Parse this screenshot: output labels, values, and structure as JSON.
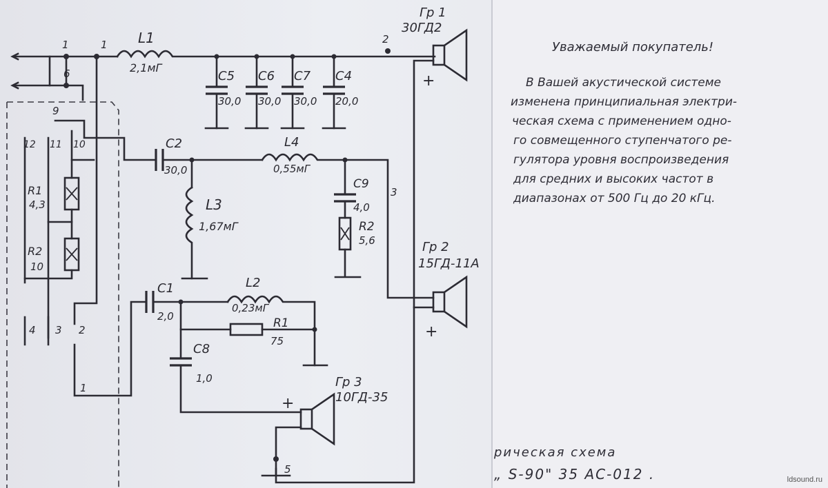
{
  "schematic": {
    "inductors": {
      "L1": {
        "name": "L1",
        "value": "2,1мГ"
      },
      "L2": {
        "name": "L2",
        "value": "0,23мГ"
      },
      "L3": {
        "name": "L3",
        "value": "1,67мГ"
      },
      "L4": {
        "name": "L4",
        "value": "0,55мГ"
      }
    },
    "capacitors": {
      "C1": {
        "name": "C1",
        "value": "2,0"
      },
      "C2": {
        "name": "C2",
        "value": "30,0"
      },
      "C4": {
        "name": "C4",
        "value": "20,0"
      },
      "C5": {
        "name": "C5",
        "value": "30,0"
      },
      "C6": {
        "name": "C6",
        "value": "30,0"
      },
      "C7": {
        "name": "C7",
        "value": "30,0"
      },
      "C8": {
        "name": "C8",
        "value": "1,0"
      },
      "C9": {
        "name": "C9",
        "value": "4,0"
      }
    },
    "resistors": {
      "R1_main": {
        "name": "R1",
        "value": "75"
      },
      "R2_main": {
        "name": "R2",
        "value": "5,6"
      },
      "R1_switch": {
        "name": "R1",
        "value": "4,3"
      },
      "R2_switch": {
        "name": "R2",
        "value": "10"
      }
    },
    "speakers": {
      "gr1": {
        "name": "Гр 1",
        "model": "30ГД2"
      },
      "gr2": {
        "name": "Гр 2",
        "model": "15ГД-11А"
      },
      "gr3": {
        "name": "Гр 3",
        "model": "10ГД-35"
      }
    },
    "nodes": {
      "n1a": "1",
      "n1b": "1",
      "n2": "2",
      "n3": "3",
      "n5": "5",
      "n6": "6",
      "n9": "9",
      "s10": "10",
      "s11": "11",
      "s12": "12",
      "b1": "1",
      "b2": "2",
      "b3": "3",
      "b4": "4"
    },
    "polarity": "+"
  },
  "notice": {
    "title": "Уважаемый покупатель!",
    "lines": [
      "В Вашей акустической системе",
      "изменена принципиальная электри-",
      "ческая схема с применением одно-",
      "го совмещенного ступенчатого ре-",
      "гулятора уровня воспроизведения",
      "для средних и высоких частот в",
      "диапазонах от 500 Гц  до 20 кГц."
    ]
  },
  "caption": {
    "line1": "рическая схема",
    "line2": "„ S-90\" 35 АС-012 ."
  },
  "watermark": "ldsound.ru"
}
